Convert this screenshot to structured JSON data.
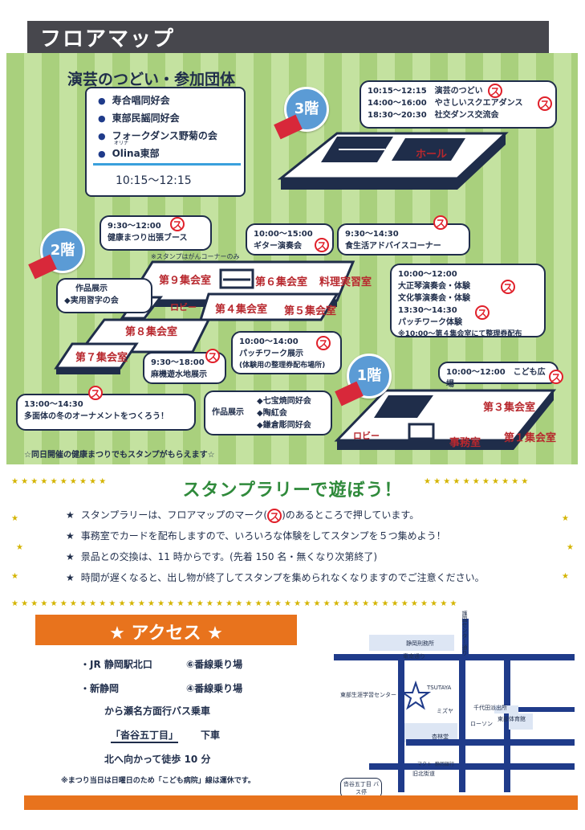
{
  "header": {
    "title": "フロアマップ"
  },
  "performance": {
    "title": "演芸のつどい・参加団体",
    "groups": [
      "寿合唱同好会",
      "東部民謡同好会",
      "フォークダンス野菊の会",
      "Olina東部"
    ],
    "olina_ruby": "オリナ",
    "time": "10:15〜12:15"
  },
  "floors": {
    "f3": {
      "label": "3階",
      "room_hall": "ホール",
      "schedule": [
        "10:15〜12:15　演芸のつどい",
        "14:00〜16:00　やさしいスクエアダンス",
        "18:30〜20:30　社交ダンス交流会"
      ]
    },
    "f2": {
      "label": "2階",
      "rooms": {
        "r9": "第９集会室",
        "r6": "第６集会室",
        "cooking": "料理実習室",
        "lobby": "ロビー",
        "r4": "第４集会室",
        "r5": "第５集会室",
        "r8": "第８集会室",
        "r7": "第７集会室"
      },
      "health_booth": [
        "9:30〜12:00",
        "健康まつり出張ブース"
      ],
      "health_note": "※スタンプはがんコーナーのみ",
      "guitar": [
        "10:00〜15:00",
        "ギター演奏会"
      ],
      "diet": [
        "9:30〜14:30",
        "食生活アドバイスコーナー"
      ],
      "exhibit": [
        "作品展示",
        "◆実用習字の会"
      ],
      "taisho": [
        "10:00〜12:00",
        "大正琴演奏会・体験",
        "文化箏演奏会・体験",
        "13:30〜14:30",
        "パッチワーク体験",
        "※10:00〜第４集会室にて整理券配布"
      ],
      "patchwork": [
        "10:00〜14:00",
        "パッチワーク展示",
        "(体験用の整理券配布場所)"
      ],
      "asama": [
        "9:30〜18:00",
        "麻機遊水地展示"
      ],
      "ornament": [
        "13:00〜14:30",
        "多面体の冬のオーナメントをつくろう！"
      ],
      "exhibit2_label": "作品展示",
      "exhibit2": [
        "◆七宝焼同好会",
        "◆陶紅会",
        "◆鎌倉彫同好会"
      ]
    },
    "f1": {
      "label": "1階",
      "kids": "10:00〜12:00　こども広場",
      "rooms": {
        "r3": "第３集会室",
        "lobby": "ロビー",
        "office": "事務室",
        "r1": "第１集会室"
      }
    }
  },
  "stamp_mark": "ス",
  "concurrent_note": "☆同日開催の健康まつりでもスタンプがもらえます☆",
  "rally": {
    "title": "スタンプラリーで遊ぼう！",
    "line1_a": "スタンプラリーは、フロアマップのマーク(",
    "line1_b": ")のあるところで押しています。",
    "line2": "事務室でカードを配布しますので、いろいろな体験をしてスタンプを５つ集めよう！",
    "line3": "景品との交換は、11 時からです。(先着 150 名・無くなり次第終了)",
    "line4": "時間が遅くなると、出し物が終了してスタンプを集められなくなりますのでご注意ください。"
  },
  "access": {
    "title": "★ アクセス ★",
    "line1_a": "・JR 静岡駅北口",
    "line1_b": "⑥番線乗り場",
    "line2_a": "・新静岡",
    "line2_b": "④番線乗り場",
    "line3": "から瀬名方面行バス乗車",
    "line4_a": "「沓谷五丁目」",
    "line4_b": "下車",
    "line5": "北へ向かって徒歩 10 分",
    "note": "※まつり当日は日曜日のため「こども病院」線は運休です。"
  },
  "map": {
    "road_top": "竜南通り",
    "road_right": "護国センター通り",
    "shizuoka_hospital": "静岡刑務所",
    "tobu_center": "東部生涯学習センター",
    "tsutaya": "TSUTAYA",
    "mizuya": "ミズヤ",
    "chiyoda_police": "千代田派出所",
    "tobu_gym": "東部体育館",
    "lawson": "ローソン",
    "kyorin": "杏林堂",
    "makuto": "マクト",
    "shizuoka_bank": "静岡銀行",
    "old_road": "旧北街道",
    "bus_stop": "沓谷五丁目 バス停"
  },
  "colors": {
    "header_bg": "#47474d",
    "stripe_dark": "#a9d07d",
    "stripe_light": "#c4e2a0",
    "room_text": "#b8282e",
    "accent_orange": "#e8731d",
    "rally_green": "#2f8a3b",
    "stamp_red": "#e0202a",
    "badge_blue": "#5b9bd5"
  }
}
